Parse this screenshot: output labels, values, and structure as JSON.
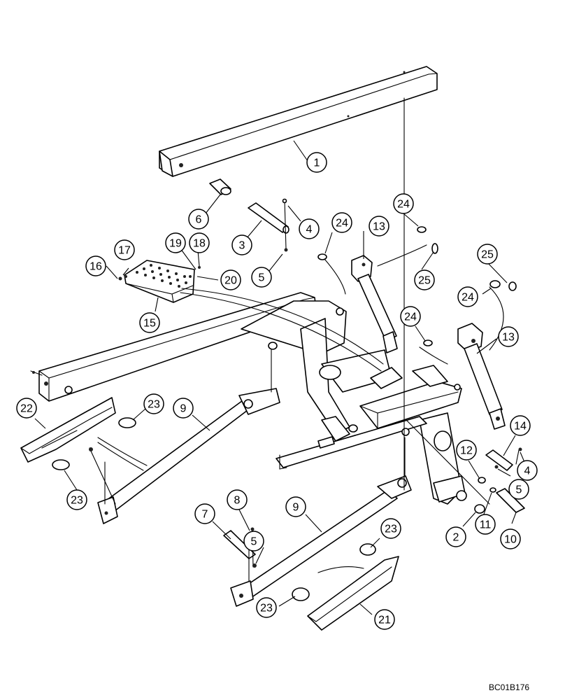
{
  "drawing_id": "BC01B176",
  "callouts": [
    {
      "id": "c1",
      "label": "1"
    },
    {
      "id": "c2",
      "label": "2"
    },
    {
      "id": "c3",
      "label": "3"
    },
    {
      "id": "c4a",
      "label": "4"
    },
    {
      "id": "c4b",
      "label": "4"
    },
    {
      "id": "c5a",
      "label": "5"
    },
    {
      "id": "c5b",
      "label": "5"
    },
    {
      "id": "c5c",
      "label": "5"
    },
    {
      "id": "c6",
      "label": "6"
    },
    {
      "id": "c7",
      "label": "7"
    },
    {
      "id": "c8",
      "label": "8"
    },
    {
      "id": "c9a",
      "label": "9"
    },
    {
      "id": "c9b",
      "label": "9"
    },
    {
      "id": "c10",
      "label": "10"
    },
    {
      "id": "c11",
      "label": "11"
    },
    {
      "id": "c12",
      "label": "12"
    },
    {
      "id": "c13a",
      "label": "13"
    },
    {
      "id": "c13b",
      "label": "13"
    },
    {
      "id": "c14",
      "label": "14"
    },
    {
      "id": "c15",
      "label": "15"
    },
    {
      "id": "c16",
      "label": "16"
    },
    {
      "id": "c17",
      "label": "17"
    },
    {
      "id": "c18",
      "label": "18"
    },
    {
      "id": "c19",
      "label": "19"
    },
    {
      "id": "c20",
      "label": "20"
    },
    {
      "id": "c21",
      "label": "21"
    },
    {
      "id": "c22",
      "label": "22"
    },
    {
      "id": "c23a",
      "label": "23"
    },
    {
      "id": "c23b",
      "label": "23"
    },
    {
      "id": "c23c",
      "label": "23"
    },
    {
      "id": "c23d",
      "label": "23"
    },
    {
      "id": "c24a",
      "label": "24"
    },
    {
      "id": "c24b",
      "label": "24"
    },
    {
      "id": "c24c",
      "label": "24"
    },
    {
      "id": "c24d",
      "label": "24"
    },
    {
      "id": "c25a",
      "label": "25"
    },
    {
      "id": "c25b",
      "label": "25"
    }
  ]
}
